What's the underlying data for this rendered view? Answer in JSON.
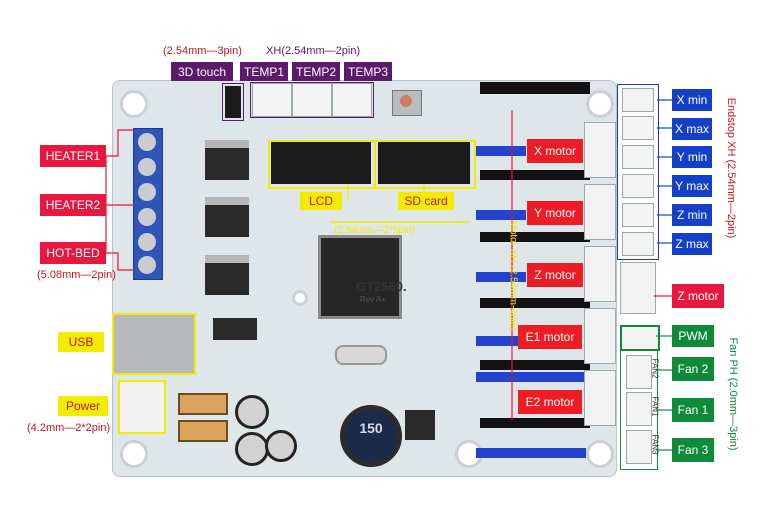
{
  "top_labels": {
    "pin_note_3d": "(2.54mm—3pin)",
    "xh_note": "XH(2.54mm—2pin)",
    "touch": "3D touch",
    "temp1": "TEMP1",
    "temp2": "TEMP2",
    "temp3": "TEMP3"
  },
  "left_labels": {
    "heater1": "HEATER1",
    "heater2": "HEATER2",
    "hotbed": "HOT-BED",
    "heater_note": "(5.08mm—2pin)",
    "usb": "USB",
    "power": "Power",
    "power_note": "(4.2mm—2*2pin)"
  },
  "board": {
    "lcd": "LCD",
    "sdcard": "SD card",
    "pitch_note": "(2.54mm—2*5pin)",
    "motor_xh": "Motor XH (2.54mm-4pin)",
    "model": "GT2560.",
    "rev": "Rev A+",
    "fan2": "FAN2",
    "fan1": "FAN1",
    "fan3": "FAN3",
    "inductor": "150"
  },
  "motors": {
    "x": "X motor",
    "y": "Y motor",
    "z": "Z motor",
    "e1": "E1 motor",
    "e2": "E2 motor",
    "z_right": "Z motor"
  },
  "endstops": {
    "x_min": "X min",
    "x_max": "X max",
    "y_min": "Y min",
    "y_max": "Y max",
    "z_min": "Z min",
    "z_max": "Z max",
    "note": "Endstop XH (2.54mm—2pin)"
  },
  "fans": {
    "pwm": "PWM",
    "fan2": "Fan 2",
    "fan1": "Fan 1",
    "fan3": "Fan 3",
    "note": "Fan PH (2.0mm—3pin)"
  },
  "colors": {
    "red": "#e8173f",
    "purple": "#5c1a6a",
    "blue": "#1440c8",
    "green": "#0f8a3a",
    "yellow": "#f4ec00"
  }
}
